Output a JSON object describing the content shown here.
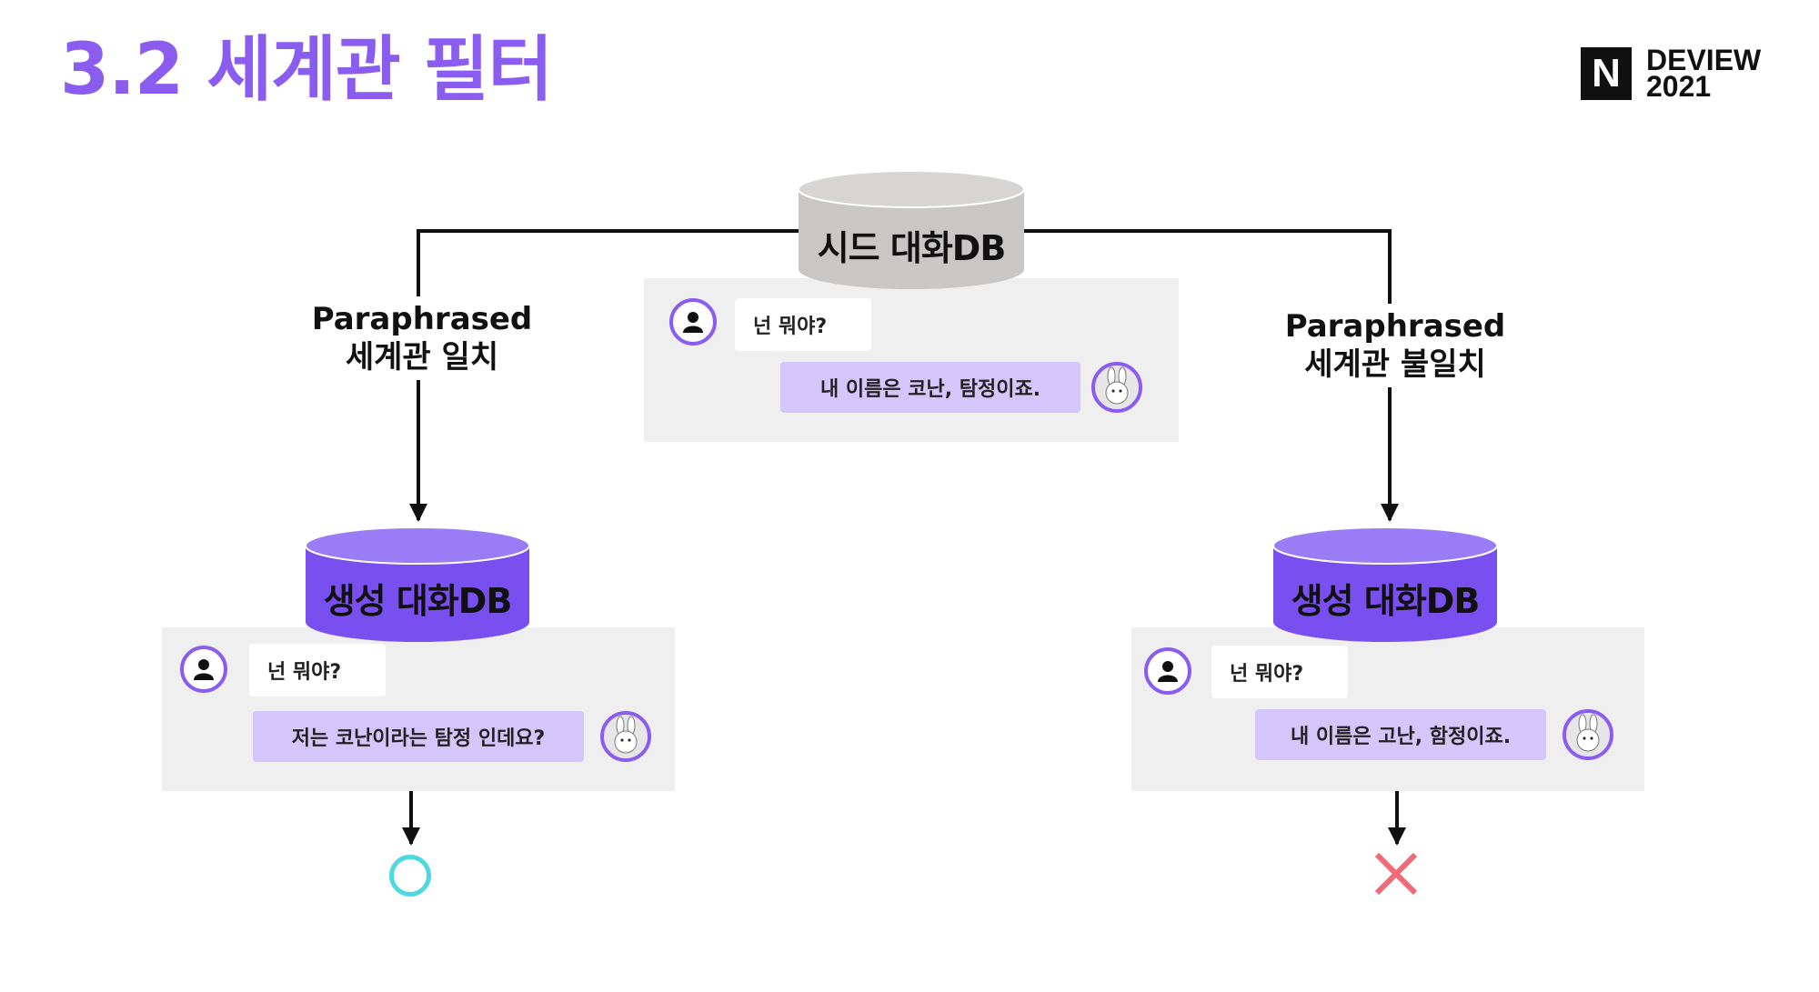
{
  "title": "3.2 세계관 필터",
  "logo": {
    "mark": "N",
    "line1": "DEVIEW",
    "line2": "2021"
  },
  "seed_db": {
    "label": "시드 대화DB"
  },
  "left_edge": {
    "line1": "Paraphrased",
    "line2": "세계관 일치"
  },
  "right_edge": {
    "line1": "Paraphrased",
    "line2": "세계관 불일치"
  },
  "left_db": {
    "label": "생성 대화DB"
  },
  "right_db": {
    "label": "생성 대화DB"
  },
  "seed_chat": {
    "user": "넌 뭐야?",
    "bot": "내 이름은 코난, 탐정이죠."
  },
  "left_chat": {
    "user": "넌 뭐야?",
    "bot": "저는 코난이라는 탐정 인데요?"
  },
  "right_chat": {
    "user": "넌 뭐야?",
    "bot": "내 이름은 고난, 함정이죠."
  },
  "colors": {
    "accent": "#8a5cf0",
    "seed_cylinder": "#c9c6c6",
    "gen_cylinder": "#7a4ff0",
    "bot_bubble": "#d4c6fb",
    "pass": "#4fd8e0",
    "fail": "#f06a7a"
  },
  "icons": {
    "pass": "circle-o",
    "fail": "x-mark",
    "user": "person-icon",
    "bot": "rabbit-icon"
  }
}
